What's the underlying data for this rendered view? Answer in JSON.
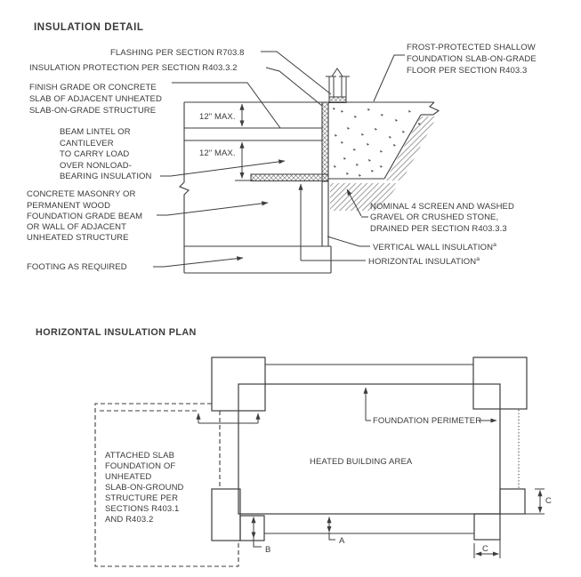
{
  "colors": {
    "line": "#3d3d3d",
    "text": "#3a3a3a",
    "background": "#ffffff"
  },
  "detail": {
    "title": "INSULATION DETAIL",
    "dim_upper": "12\" MAX.",
    "dim_lower": "12\" MAX.",
    "footnote_marker": "a",
    "labels": {
      "flashing": "FLASHING PER SECTION R703.8",
      "insulation_protection": "INSULATION PROTECTION PER SECTION R403.3.2",
      "finish_grade": [
        "FINISH GRADE OR CONCRETE",
        "SLAB OF ADJACENT UNHEATED",
        "SLAB-ON-GRADE STRUCTURE"
      ],
      "beam_lintel": [
        "BEAM LINTEL OR",
        "CANTILEVER",
        "TO CARRY LOAD",
        "OVER NONLOAD-",
        "BEARING INSULATION"
      ],
      "foundation_wall": [
        "CONCRETE MASONRY OR",
        "PERMANENT WOOD",
        "FOUNDATION GRADE BEAM",
        "OR WALL OF ADJACENT",
        "UNHEATED STRUCTURE"
      ],
      "footing": "FOOTING AS REQUIRED",
      "frost_protected": [
        "FROST-PROTECTED SHALLOW",
        "FOUNDATION SLAB-ON-GRADE",
        "FLOOR PER SECTION R403.3"
      ],
      "gravel": [
        "NOMINAL 4 SCREEN AND WASHED",
        "GRAVEL OR CRUSHED STONE,",
        "DRAINED PER SECTION R403.3.3"
      ],
      "vertical_wall_insulation": "VERTICAL WALL INSULATION",
      "horizontal_insulation": "HORIZONTAL INSULATION"
    }
  },
  "plan": {
    "title": "HORIZONTAL INSULATION PLAN",
    "labels": {
      "foundation_perimeter": "FOUNDATION PERIMETER",
      "heated_area": "HEATED BUILDING AREA",
      "attached_slab": [
        "ATTACHED SLAB",
        "FOUNDATION OF",
        "UNHEATED",
        "SLAB-ON-GROUND",
        "STRUCTURE PER",
        "SECTIONS R403.1",
        "AND R403.2"
      ]
    },
    "dims": {
      "a": "A",
      "b": "B",
      "c": "C"
    }
  }
}
